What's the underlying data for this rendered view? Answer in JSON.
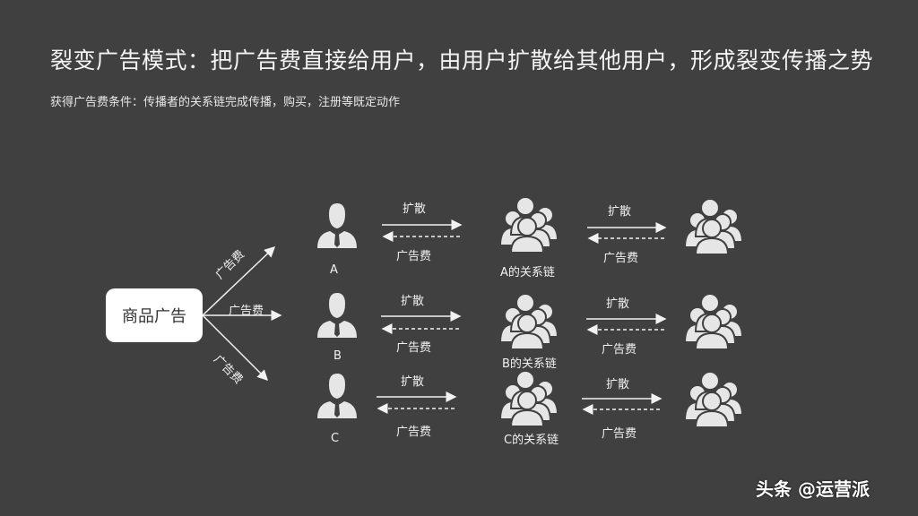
{
  "title": "裂变广告模式：把广告费直接给用户，由用户扩散给其他用户，形成裂变传播之势",
  "subtitle": "获得广告费条件：传播者的关系链完成传播，购买，注册等既定动作",
  "product": {
    "label": "商品广告"
  },
  "branch_labels": [
    "广告费",
    "广告费",
    "广告费"
  ],
  "rows": [
    {
      "user": "A",
      "chain": "A的关系链",
      "forward": "扩散",
      "back": "广告费",
      "forward2": "扩散",
      "back2": "广告费"
    },
    {
      "user": "B",
      "chain": "B的关系链",
      "forward": "扩散",
      "back": "广告费",
      "forward2": "扩散",
      "back2": "广告费"
    },
    {
      "user": "C",
      "chain": "C的关系链",
      "forward": "扩散",
      "back": "广告费",
      "forward2": "扩散",
      "back2": "广告费"
    }
  ],
  "icons": {
    "user": "businessman-icon",
    "group": "group-icon"
  },
  "colors": {
    "background": "#404040",
    "icon": "#e6e6e6",
    "text": "#f2f2f2",
    "box": "#ffffff"
  },
  "watermark": "头条 @运营派"
}
